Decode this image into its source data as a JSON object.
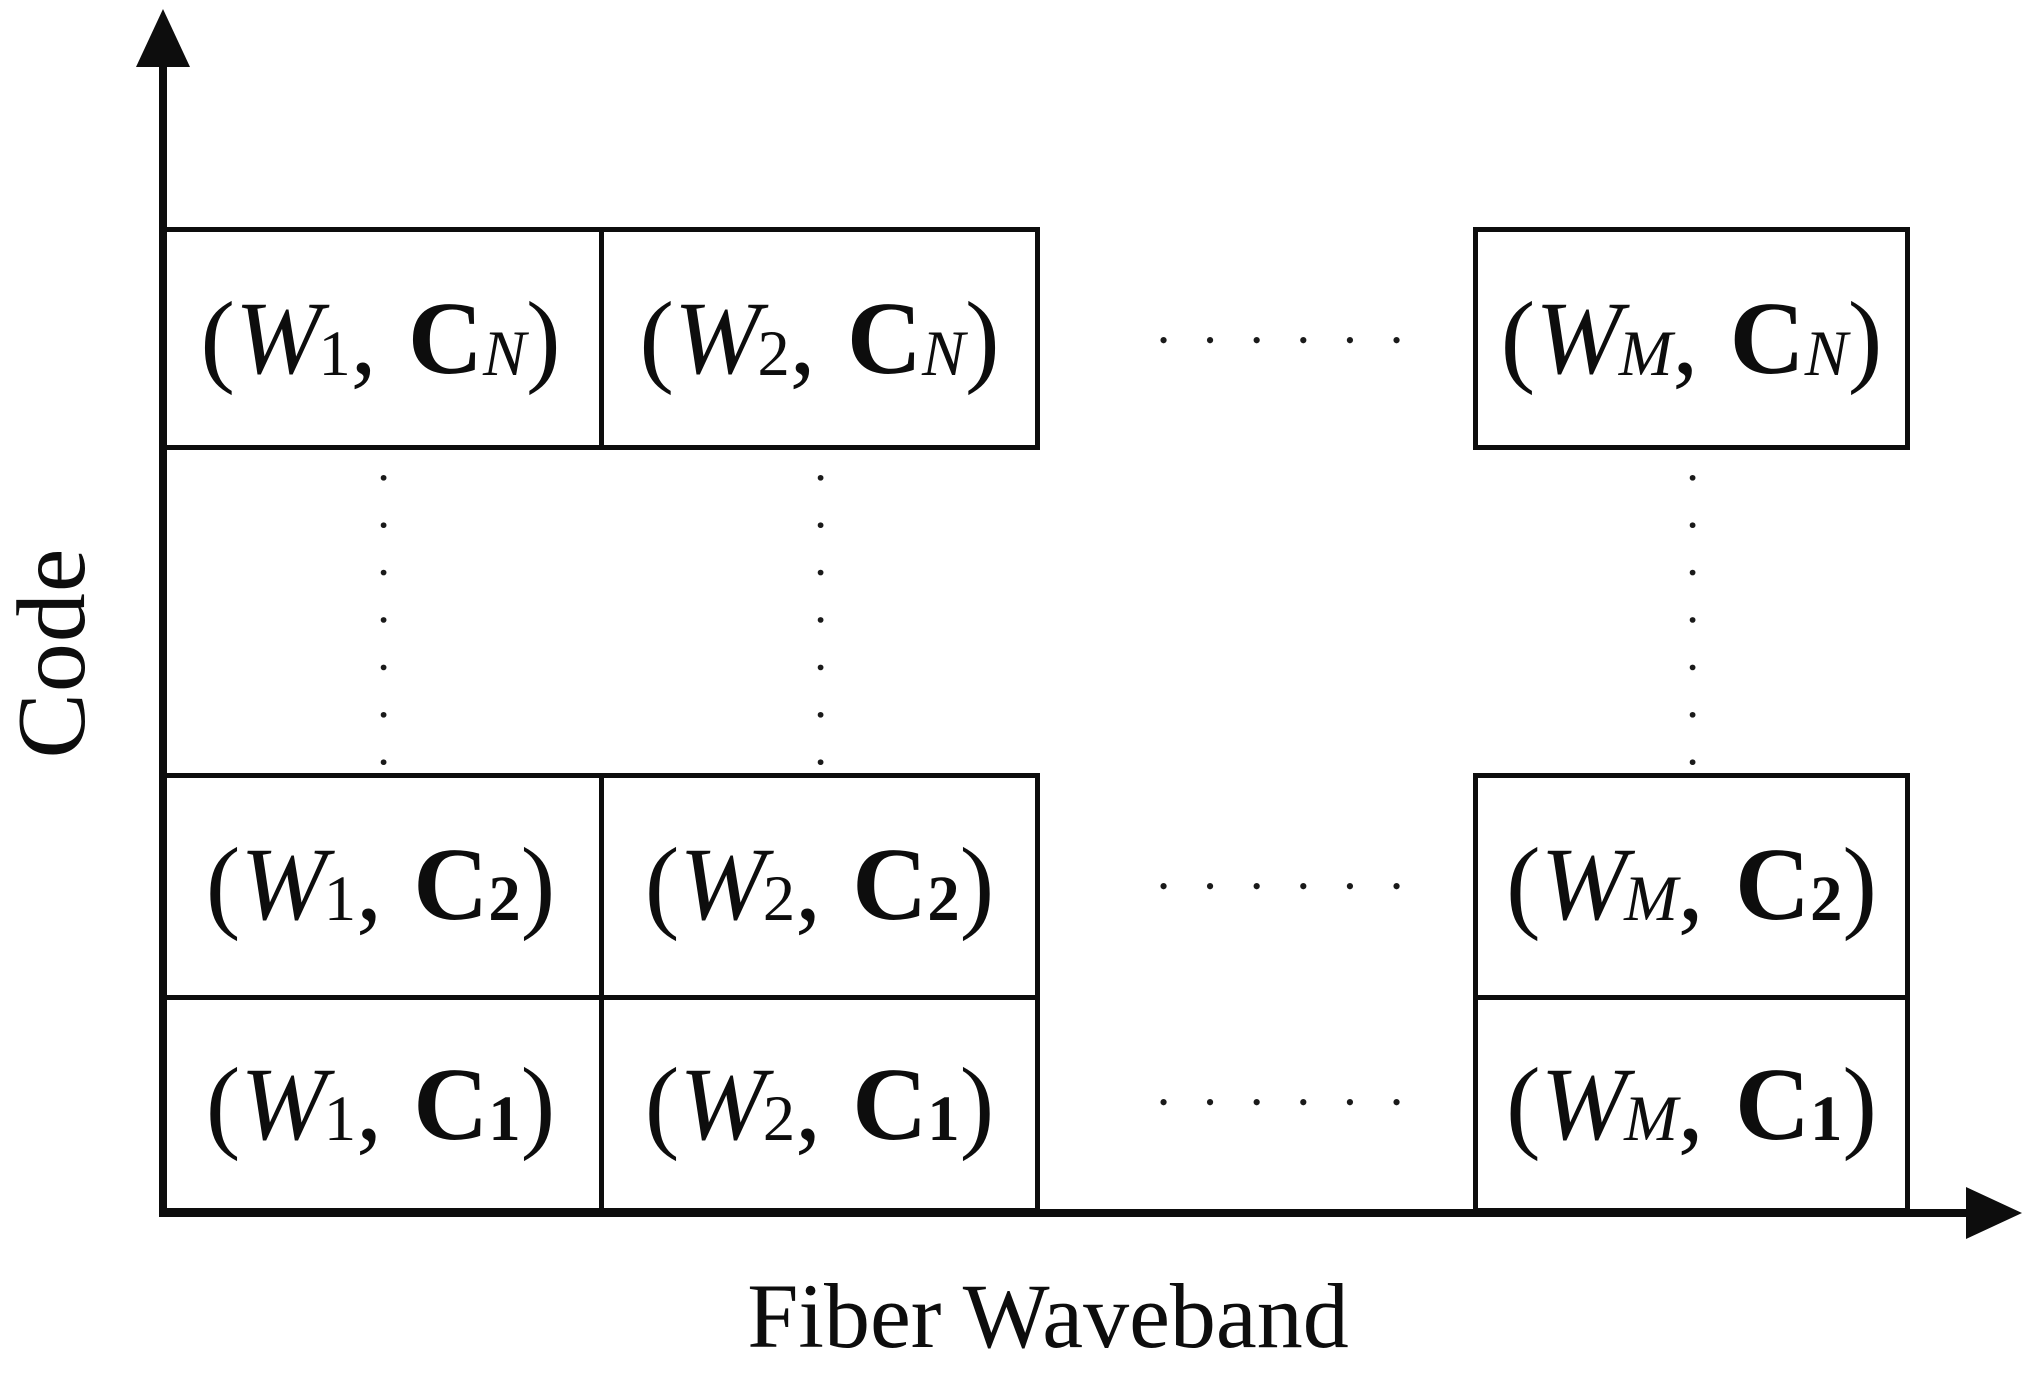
{
  "figure": {
    "y_axis_label": "Code",
    "x_axis_label": "Fiber Waveband"
  },
  "grid": {
    "rows": [
      {
        "cells": [
          {
            "open": "(",
            "w": "W",
            "w_sub": "1",
            "sep": ",",
            "c": "C",
            "c_sub": "N",
            "close": ")"
          },
          {
            "open": "(",
            "w": "W",
            "w_sub": "2",
            "sep": ",",
            "c": "C",
            "c_sub": "N",
            "close": ")"
          },
          {
            "open": "(",
            "w": "W",
            "w_sub": "M",
            "sep": ",",
            "c": "C",
            "c_sub": "N",
            "close": ")"
          }
        ]
      },
      {
        "cells": [
          {
            "open": "(",
            "w": "W",
            "w_sub": "1",
            "sep": ",",
            "c": "C",
            "c_sub": "2",
            "close": ")"
          },
          {
            "open": "(",
            "w": "W",
            "w_sub": "2",
            "sep": ",",
            "c": "C",
            "c_sub": "2",
            "close": ")"
          },
          {
            "open": "(",
            "w": "W",
            "w_sub": "M",
            "sep": ",",
            "c": "C",
            "c_sub": "2",
            "close": ")"
          }
        ]
      },
      {
        "cells": [
          {
            "open": "(",
            "w": "W",
            "w_sub": "1",
            "sep": ",",
            "c": "C",
            "c_sub": "1",
            "close": ")"
          },
          {
            "open": "(",
            "w": "W",
            "w_sub": "2",
            "sep": ",",
            "c": "C",
            "c_sub": "1",
            "close": ")"
          },
          {
            "open": "(",
            "w": "W",
            "w_sub": "M",
            "sep": ",",
            "c": "C",
            "c_sub": "1",
            "close": ")"
          }
        ]
      }
    ],
    "ellipses": {
      "horizontal": "• • • • • •",
      "vertical": "• • • • • • •"
    }
  }
}
